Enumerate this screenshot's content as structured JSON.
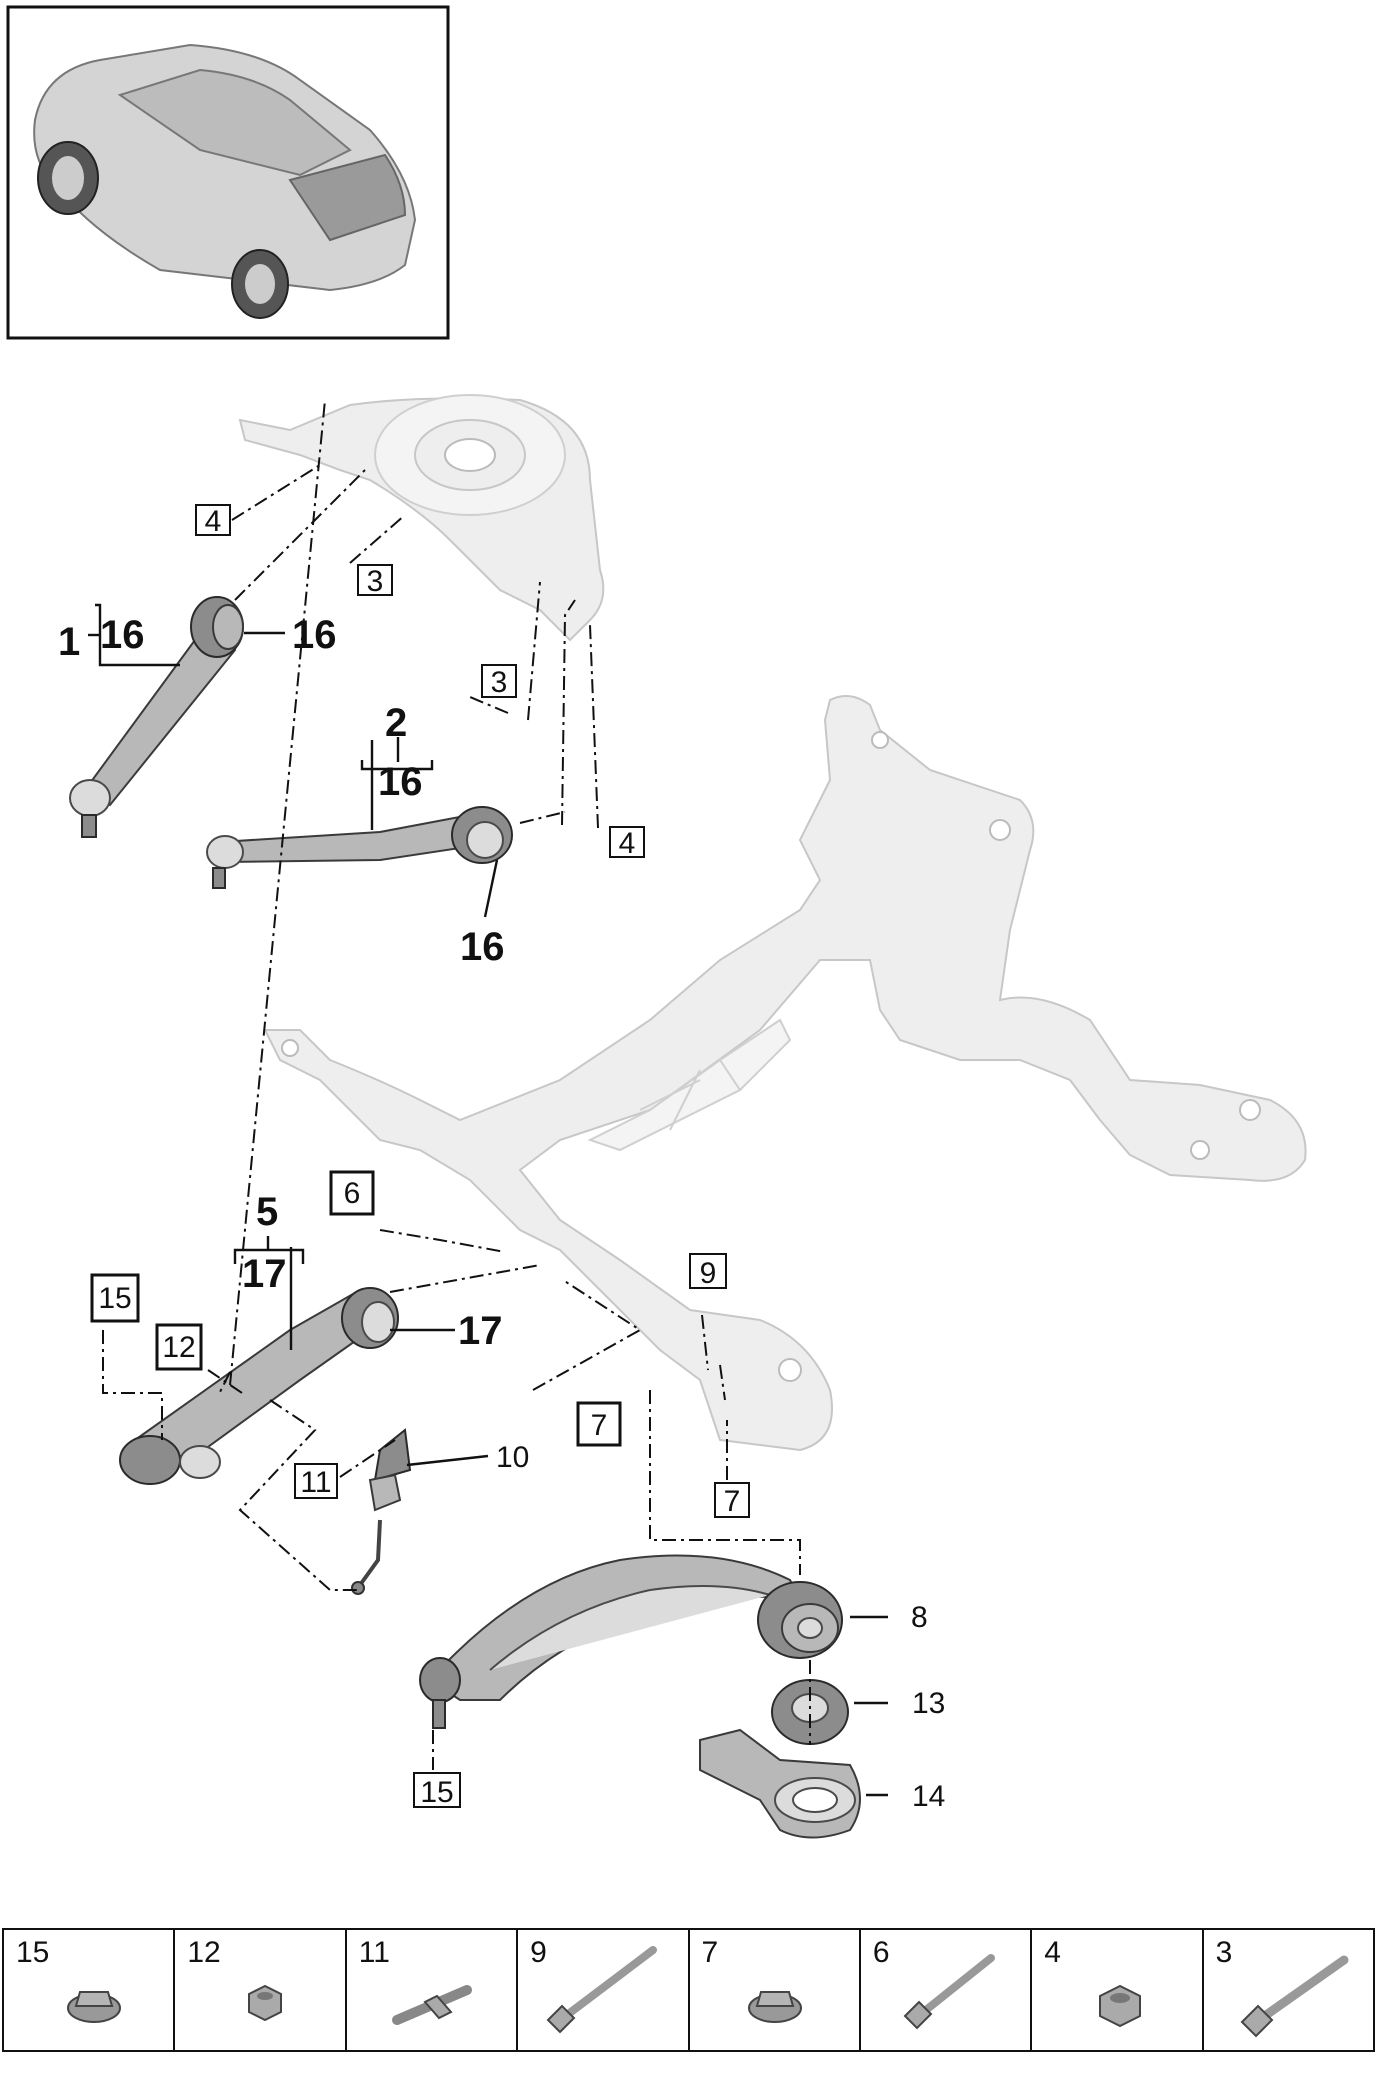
{
  "callouts": {
    "n1": "1",
    "n2": "2",
    "n3": "3",
    "n4": "4",
    "n5": "5",
    "n6": "6",
    "n7": "7",
    "n8": "8",
    "n9": "9",
    "n10": "10",
    "n11": "11",
    "n12": "12",
    "n13": "13",
    "n14": "14",
    "n15": "15",
    "n16": "16",
    "n17": "17"
  },
  "legend": [
    {
      "num": "15",
      "icon": "flange-nut-icon"
    },
    {
      "num": "12",
      "icon": "hex-nut-icon"
    },
    {
      "num": "11",
      "icon": "stud-bolt-icon"
    },
    {
      "num": "9",
      "icon": "long-bolt-icon"
    },
    {
      "num": "7",
      "icon": "flange-nut-icon"
    },
    {
      "num": "6",
      "icon": "bolt-icon"
    },
    {
      "num": "4",
      "icon": "hex-nut-icon"
    },
    {
      "num": "3",
      "icon": "bolt-icon"
    }
  ],
  "colors": {
    "line": "#111111",
    "frame": "#eeeeee",
    "part": "#b8b8b8"
  }
}
